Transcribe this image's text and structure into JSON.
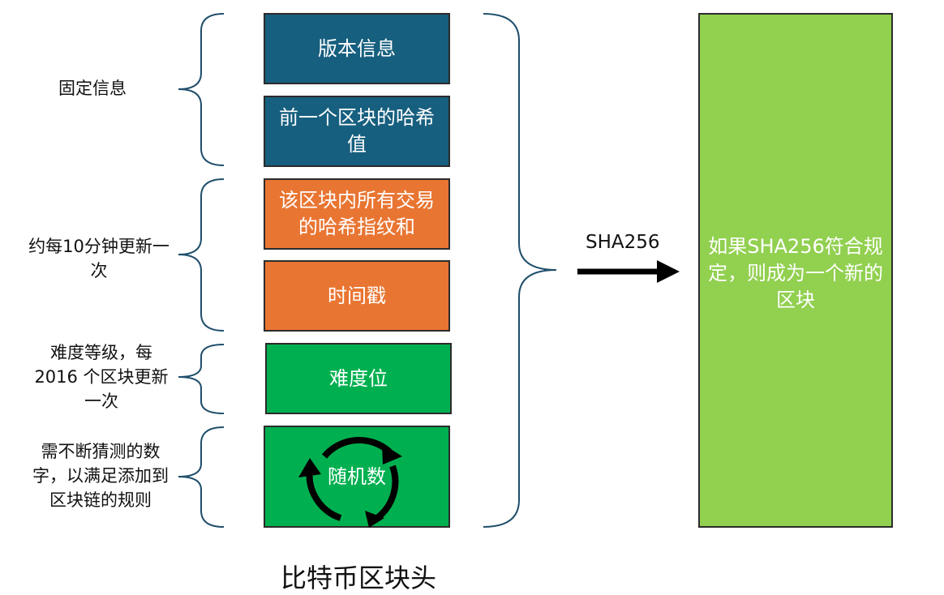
{
  "colors": {
    "blue": "#175f7f",
    "orange": "#e97532",
    "green": "#00b050",
    "light_green": "#92d050",
    "bracket": "#1f4e6b",
    "arrow": "#000000"
  },
  "fields": [
    {
      "label": "版本信息",
      "color": "blue"
    },
    {
      "label": "前一个区块的哈希值",
      "color": "blue"
    },
    {
      "label": "该区块内所有交易的哈希指纹和",
      "color": "orange"
    },
    {
      "label": "时间戳",
      "color": "orange"
    },
    {
      "label": "难度位",
      "color": "green"
    },
    {
      "label": "随机数",
      "color": "green",
      "icon": "cycle-arrows-icon"
    }
  ],
  "groups": [
    {
      "label": "固定信息"
    },
    {
      "label": "约每10分钟更新一次"
    },
    {
      "label": "难度等级，每2016 个区块更新一次"
    },
    {
      "label": "需不断猜测的数字，以满足添加到区块链的规则"
    }
  ],
  "hash_label": "SHA256",
  "result": "如果SHA256符合规定，则成为一个新的区块",
  "title": "比特币区块头"
}
